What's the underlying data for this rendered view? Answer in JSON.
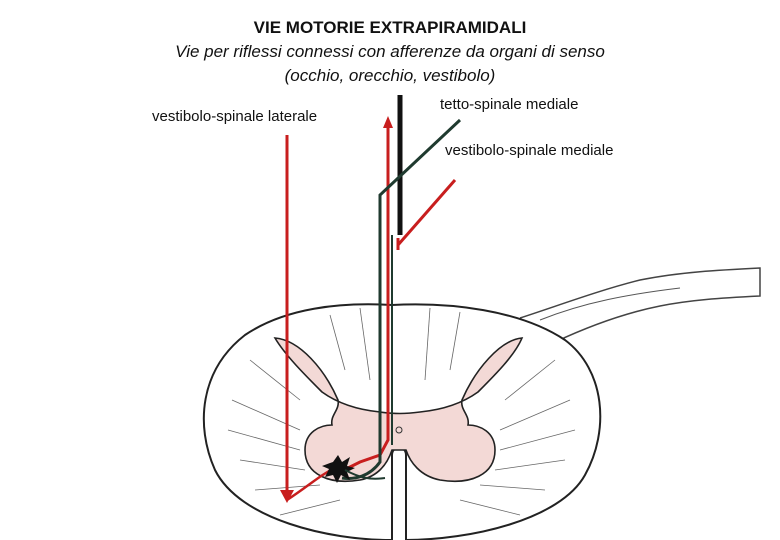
{
  "header": {
    "title": "VIE MOTORIE EXTRAPIRAMIDALI",
    "subtitle_line1": "Vie per riflessi connessi con afferenze da organi di senso",
    "subtitle_line2": "(occhio, orecchio, vestibolo)"
  },
  "labels": {
    "lateral_vestibulospinal": "vestibolo-spinale laterale",
    "medial_tectospinal": "tetto-spinale mediale",
    "medial_vestibulospinal": "vestibolo-spinale mediale"
  },
  "colors": {
    "pathway_red": "#c81e1e",
    "pathway_dark_green": "#1f3a2f",
    "pathway_black": "#111111",
    "gray_matter": "#f3d9d6",
    "outline": "#222222"
  }
}
